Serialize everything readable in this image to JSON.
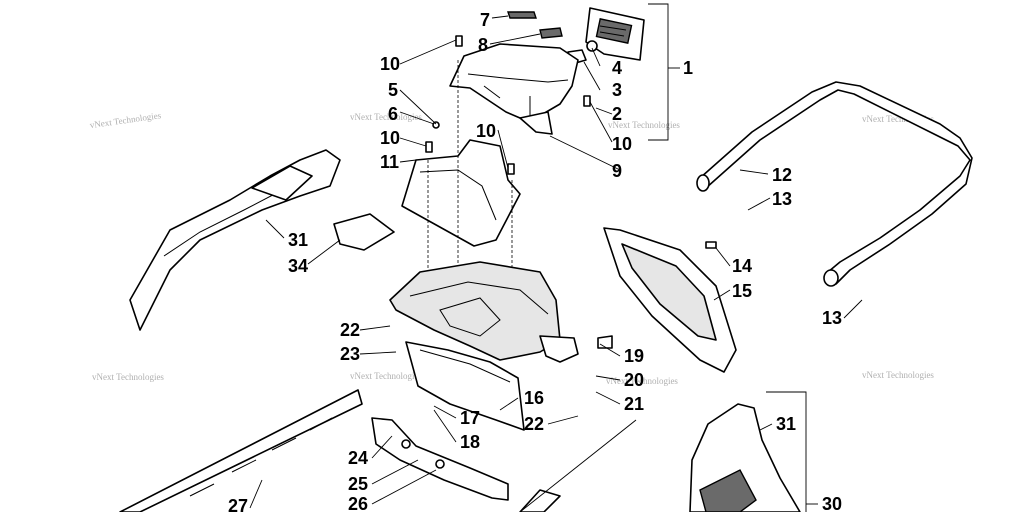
{
  "watermark": "vNext Technologies",
  "labels": [
    "1",
    "2",
    "3",
    "4",
    "7",
    "8",
    "10",
    "5",
    "6",
    "10",
    "11",
    "10",
    "9",
    "10",
    "12",
    "13",
    "14",
    "15",
    "13",
    "31",
    "34",
    "22",
    "23",
    "19",
    "20",
    "16",
    "17",
    "18",
    "21",
    "22",
    "31",
    "24",
    "25",
    "26",
    "27",
    "30"
  ]
}
